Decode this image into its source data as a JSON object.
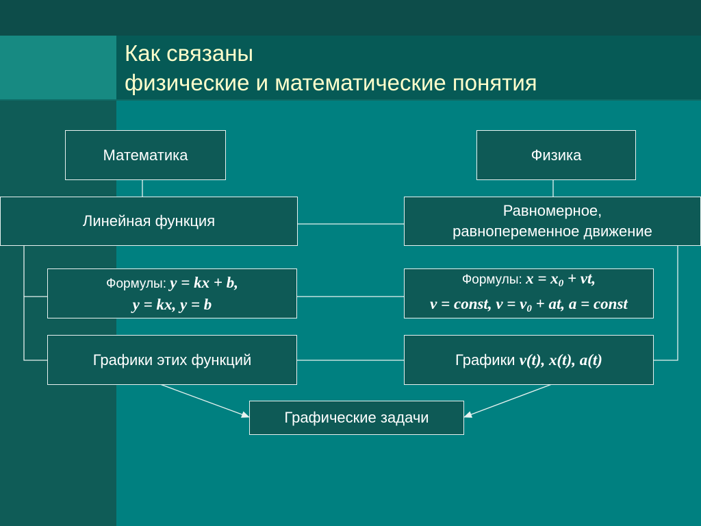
{
  "title": {
    "line1": "Как связаны",
    "line2": "физические и математические понятия"
  },
  "boxes": {
    "math": "Математика",
    "physics": "Физика",
    "linear_function": "Линейная функция",
    "motion_line1": "Равномерное,",
    "motion_line2": "равнопеременное движение",
    "math_formulas": {
      "label": "Формулы: ",
      "f1": "y = kx + b,",
      "f2": "y = kx, y = b"
    },
    "phys_formulas": {
      "label": "Формулы: ",
      "f1_a": "x = x",
      "f1_sub": "0",
      "f1_b": " + vt,",
      "f2_a": "v = const, v = v",
      "f2_sub": "0",
      "f2_b": " + at, a = const"
    },
    "math_graphs": "Графики этих функций",
    "phys_graphs": {
      "label": "Графики ",
      "funcs": "v(t), x(t), a(t)"
    },
    "graph_tasks": "Графические задачи"
  },
  "colors": {
    "background": "#008080",
    "title_text": "#ffffcc",
    "box_fill": "#0e5a56",
    "line": "#e8f2f0"
  }
}
